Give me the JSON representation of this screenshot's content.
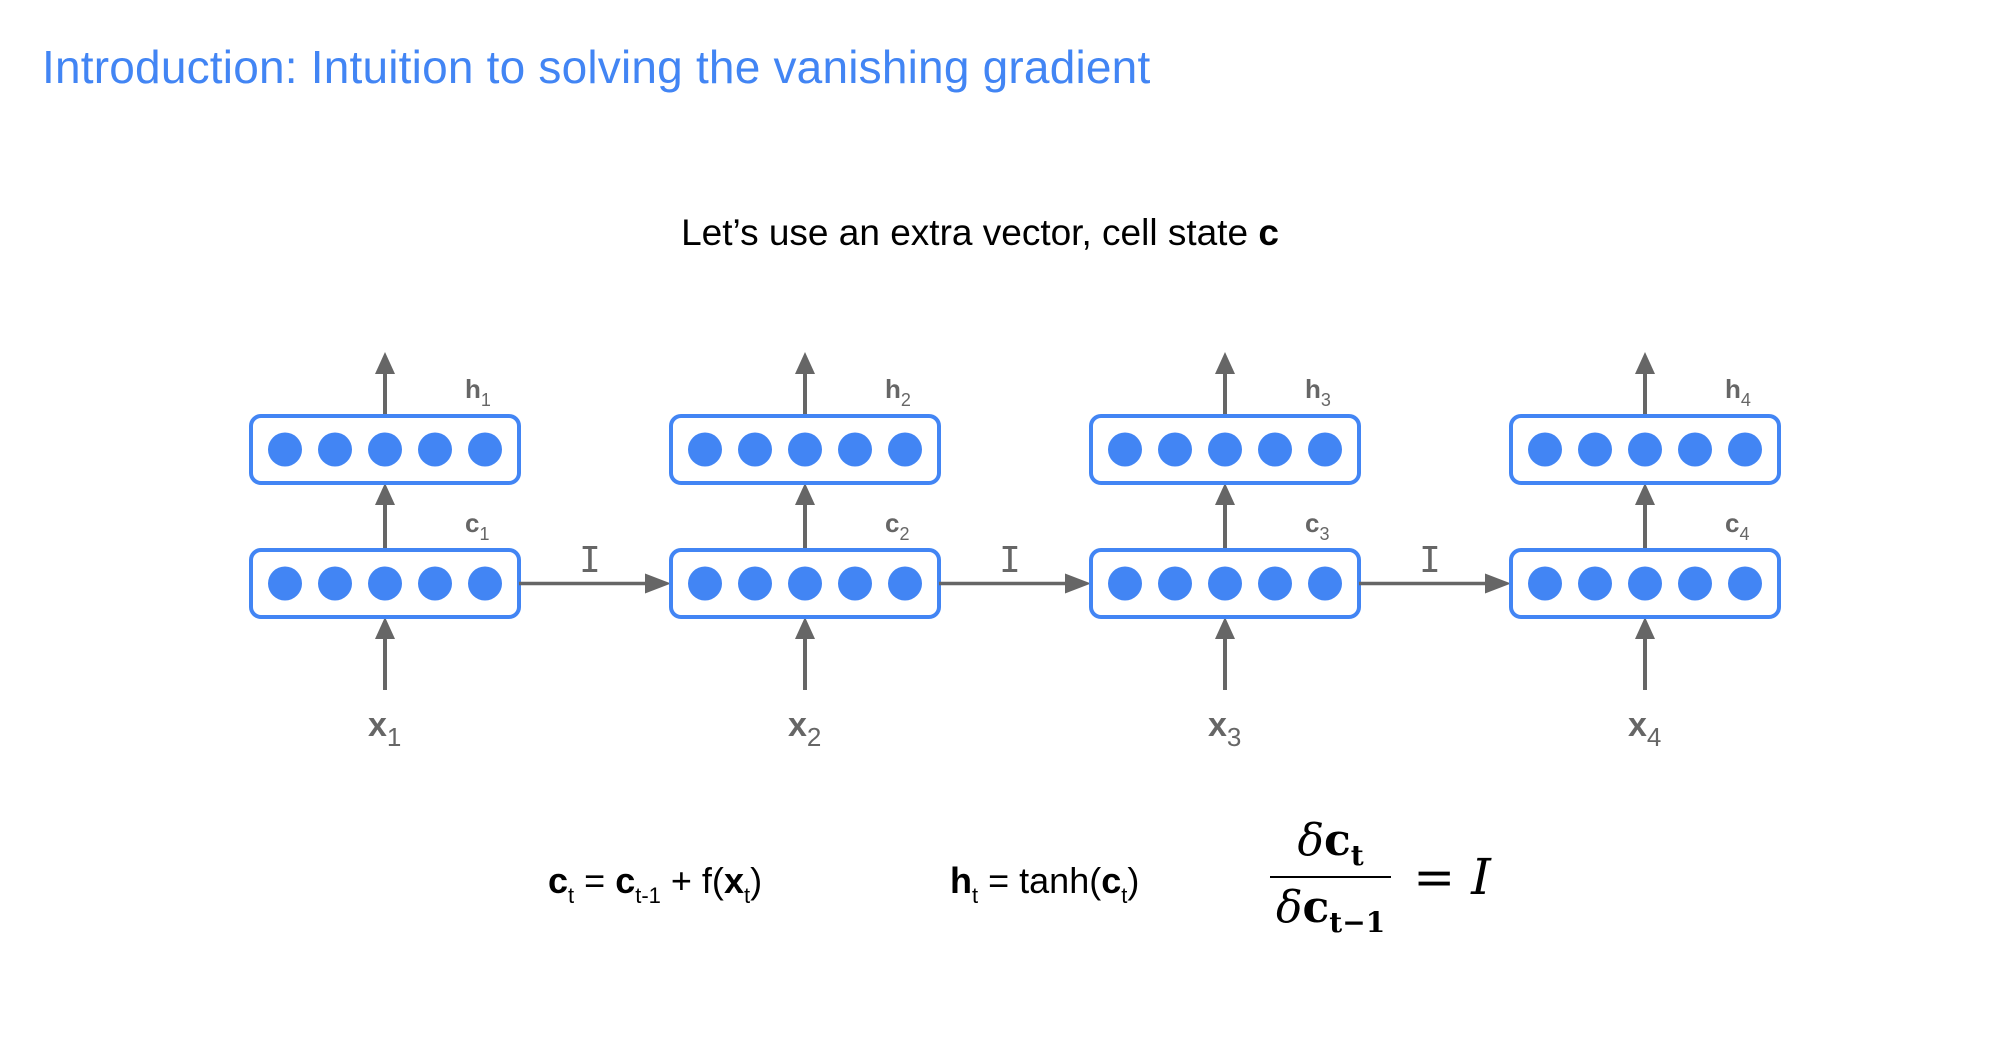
{
  "slide": {
    "title": "Introduction: Intuition to solving the vanishing gradient",
    "subtitle_prefix": "Let’s use an extra vector, cell state ",
    "subtitle_bold": "c"
  },
  "diagram": {
    "neurons_per_vector": 5,
    "colors": {
      "accent": "#4285f4",
      "arrow": "#666666"
    },
    "timesteps": [
      {
        "h_base": "h",
        "h_sub": "1",
        "c_base": "c",
        "c_sub": "1",
        "x_base": "x",
        "x_sub": "1"
      },
      {
        "h_base": "h",
        "h_sub": "2",
        "c_base": "c",
        "c_sub": "2",
        "x_base": "x",
        "x_sub": "2"
      },
      {
        "h_base": "h",
        "h_sub": "3",
        "c_base": "c",
        "c_sub": "3",
        "x_base": "x",
        "x_sub": "3"
      },
      {
        "h_base": "h",
        "h_sub": "4",
        "c_base": "c",
        "c_sub": "4",
        "x_base": "x",
        "x_sub": "4"
      }
    ],
    "transition_label": "I"
  },
  "formulas": {
    "cell_update": {
      "lhs": "c",
      "lhs_sub": "t",
      "eq": " = ",
      "c_prev": "c",
      "c_prev_sub": "t-1",
      "plus": " + f(",
      "x": "x",
      "x_sub": "t",
      "close": ")"
    },
    "hidden": {
      "lhs": "h",
      "lhs_sub": "t",
      "eq": " = tanh(",
      "c": "c",
      "c_sub": "t",
      "close": ")"
    },
    "gradient": {
      "num_delta": "δ",
      "num_c": "c",
      "num_sub": "t",
      "den_delta": "δ",
      "den_c": "c",
      "den_sub": "t−1",
      "equals": "=",
      "rhs": "I"
    }
  }
}
